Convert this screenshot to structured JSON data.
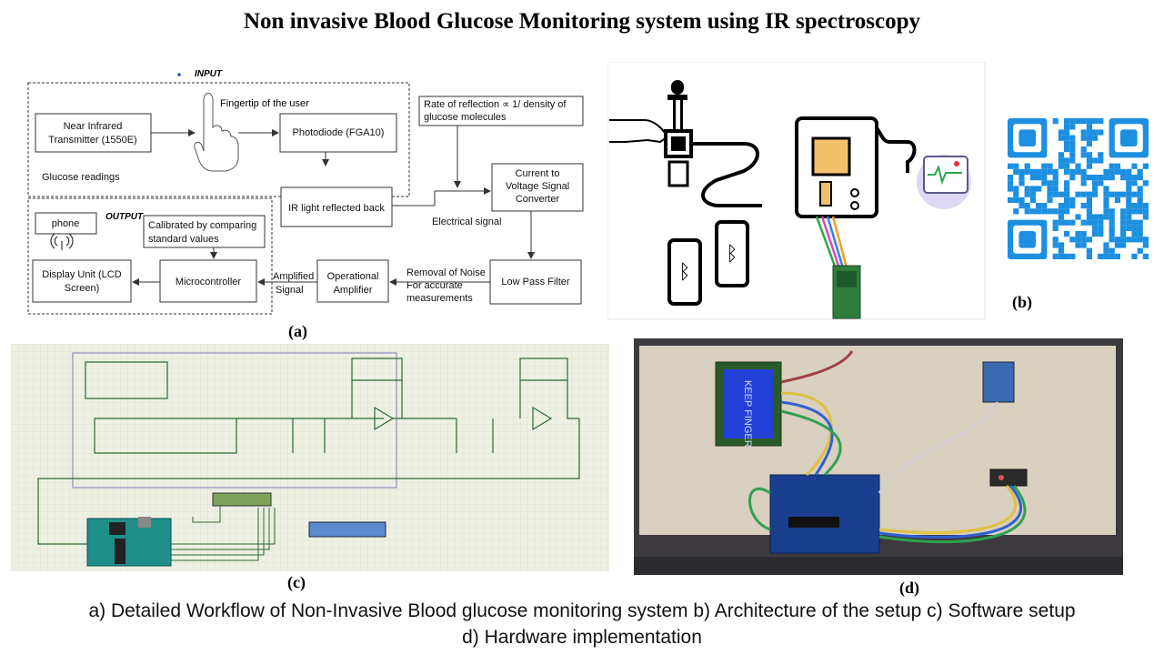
{
  "title": "Non invasive Blood Glucose Monitoring system using IR spectroscopy",
  "panel_a": {
    "label": "(a)",
    "input_label": "INPUT",
    "output_label": "OUTPUT",
    "fingertip": "Fingertip of the user",
    "nir_line1": "Near Infrared",
    "nir_line2": "Transmitter (1550E)",
    "glucose_readings": "Glucose readings",
    "photodiode": "Photodiode (FGA10)",
    "ir_reflected": "IR light reflected back",
    "rate_line1": "Rate of reflection ∝  1/ density of",
    "rate_line2": "glucose molecules",
    "electrical_signal": "Electrical signal",
    "converter_line1": "Current to",
    "converter_line2": "Voltage Signal",
    "converter_line3": "Converter",
    "phone": "phone",
    "calibrated_line1": "Calibrated by comparing",
    "calibrated_line2": "standard values",
    "display_line1": "Display Unit (LCD",
    "display_line2": "Screen)",
    "microcontroller": "Microcontroller",
    "amplified_line1": "Amplified",
    "amplified_line2": "Signal",
    "opamp_line1": "Operational",
    "opamp_line2": "Amplifier",
    "noise_line1": "Removal of Noise",
    "noise_line2": "For accurate",
    "noise_line3": "measurements",
    "lpf": "Low Pass Filter"
  },
  "panel_b": {
    "label": "(b)"
  },
  "panel_c": {
    "label": "(c)"
  },
  "panel_d": {
    "label": "(d)",
    "lcd_text": "KEEP FINGER"
  },
  "caption": {
    "line1": "a) Detailed Workflow of Non-Invasive Blood glucose monitoring system  b) Architecture of the setup c) Software setup",
    "line2": "d) Hardware implementation"
  },
  "colors": {
    "phone_green": "#2aa84a",
    "qr_blue": "#1c8fe0",
    "chip_orange": "#f3c06b",
    "arduino_blue": "#1b3f8f",
    "lcd_blue": "#2040d8",
    "schematic_grid": "#eef0e4",
    "schematic_wire": "#2a6a2a"
  }
}
